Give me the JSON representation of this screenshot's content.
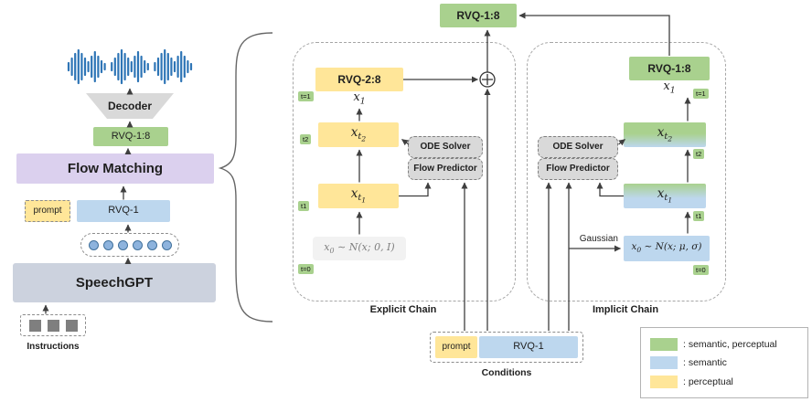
{
  "pipeline": {
    "decoder": "Decoder",
    "rvq18": "RVQ-1:8",
    "flow_matching": "Flow Matching",
    "prompt": "prompt",
    "rvq1": "RVQ-1",
    "speechgpt": "SpeechGPT",
    "instructions_label": "Instructions"
  },
  "output_rvq18": "RVQ-1:8",
  "explicit": {
    "title": "Explicit Chain",
    "rvq28": "RVQ-2:8",
    "x1": {
      "base": "x",
      "sub": "1"
    },
    "xt2": {
      "base": "x",
      "sub": "t",
      "subsub": "2"
    },
    "xt1": {
      "base": "x",
      "sub": "t",
      "subsub": "1"
    },
    "x0": {
      "base": "x",
      "sub": "0",
      "rest": " ∼ N(x; 0, I)"
    },
    "ode_solver": "ODE Solver",
    "flow_predictor": "Flow Predictor",
    "tags": {
      "top": "t=1",
      "t2": "t2",
      "t1": "t1",
      "bottom": "t=0"
    }
  },
  "implicit": {
    "title": "Implicit Chain",
    "rvq18": "RVQ-1:8",
    "x1": {
      "base": "x",
      "sub": "1"
    },
    "xt2": {
      "base": "x",
      "sub": "t",
      "subsub": "2"
    },
    "xt1": {
      "base": "x",
      "sub": "t",
      "subsub": "1"
    },
    "x0": {
      "base": "x",
      "sub": "0",
      "rest": " ∼ N(x; μ, σ)"
    },
    "gaussian": "Gaussian",
    "ode_solver": "ODE Solver",
    "flow_predictor": "Flow Predictor",
    "tags": {
      "top": "t=1",
      "t2": "t2",
      "t1": "t1",
      "bottom": "t=0"
    }
  },
  "conditions": {
    "title": "Conditions",
    "prompt": "prompt",
    "rvq1": "RVQ-1"
  },
  "legend": {
    "items": [
      {
        "color": "#a9d18e",
        "label": ": semantic, perceptual"
      },
      {
        "color": "#bdd7ee",
        "label": ": semantic"
      },
      {
        "color": "#ffe699",
        "label": ": perceptual"
      }
    ]
  }
}
